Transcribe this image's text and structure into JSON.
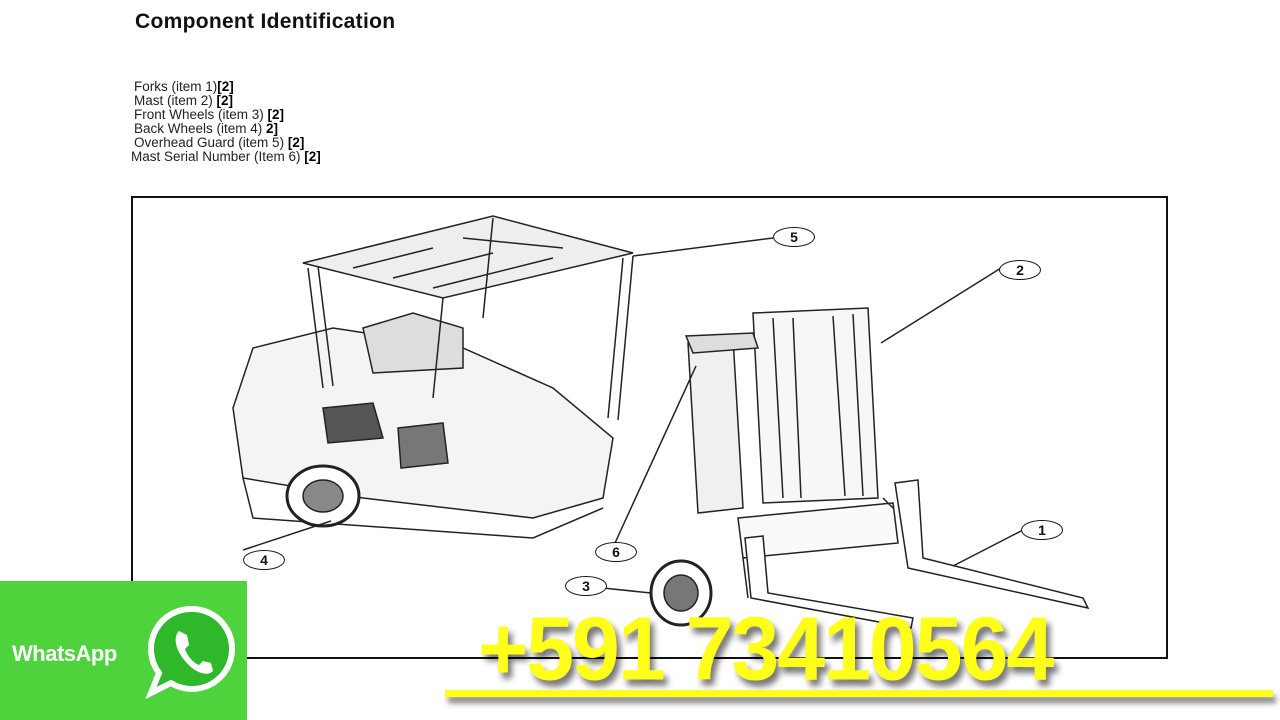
{
  "document": {
    "title": "Component Identification",
    "items": [
      {
        "label": "Forks (item 1)",
        "ref": "[2]"
      },
      {
        "label": "Mast (item 2) ",
        "ref": "[2]"
      },
      {
        "label": "Front Wheels (item 3) ",
        "ref": "[2]"
      },
      {
        "label": "Back Wheels (item 4) ",
        "ref": "2]"
      },
      {
        "label": "Overhead Guard (item 5) ",
        "ref": "[2]"
      },
      {
        "label": "Mast Serial Number (Item 6) ",
        "ref": "[2]"
      }
    ]
  },
  "figure": {
    "callouts": [
      "1",
      "2",
      "3",
      "4",
      "5",
      "6"
    ]
  },
  "overlay": {
    "whatsapp_label": "WhatsApp",
    "phone": "+591 73410564",
    "whatsapp_color": "#4fd33d",
    "phone_color": "#ffff1a"
  }
}
